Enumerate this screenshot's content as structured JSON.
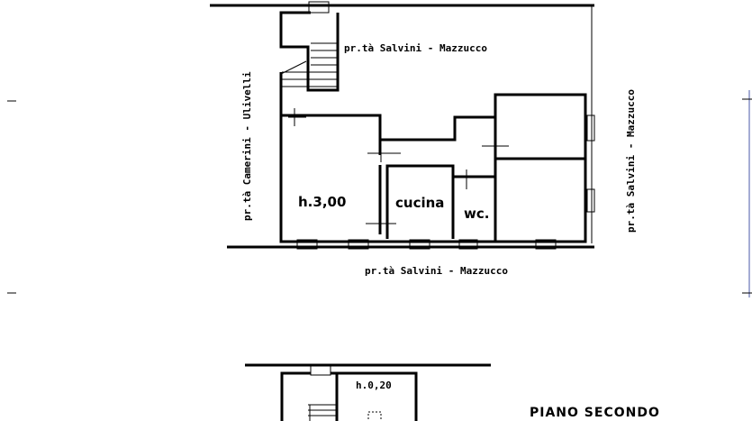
{
  "plan": {
    "neighbor_top": "pr.tà Salvini - Mazzucco",
    "neighbor_left": "pr.tà Camerini - Ulivelli",
    "neighbor_right": "pr.tà Salvini - Mazzucco",
    "neighbor_bottom": "pr.tà Salvini - Mazzucco",
    "room_height": "h.3,00",
    "kitchen": "cucina",
    "wc": "wc.",
    "lower_height": "h.0,20",
    "floor_title": "PIANO SECONDO"
  }
}
